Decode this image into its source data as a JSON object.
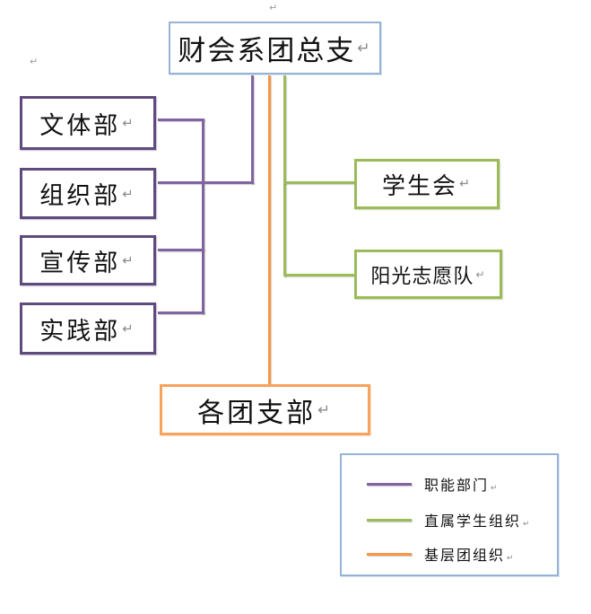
{
  "title_box": {
    "label": "财会系团总支"
  },
  "functional": {
    "items": [
      {
        "label": "文体部"
      },
      {
        "label": "组织部"
      },
      {
        "label": "宣传部"
      },
      {
        "label": "实践部"
      }
    ]
  },
  "direct_orgs": {
    "items": [
      {
        "label": "学生会"
      },
      {
        "label": "阳光志愿队"
      }
    ]
  },
  "grassroots": {
    "label": "各团支部"
  },
  "legend": {
    "items": [
      {
        "label": "职能部门",
        "color": "#8064A2"
      },
      {
        "label": "直属学生组织",
        "color": "#9BBB59"
      },
      {
        "label": "基层团组织",
        "color": "#F79646"
      }
    ]
  },
  "marks": {
    "return_mark": "↵"
  },
  "colors": {
    "functional_line": "#8064A2",
    "functional_border": "#5F4A7D",
    "direct_line": "#9BBB59",
    "grassroots_line": "#F79646",
    "frame_blue": "#95B3D7",
    "return_mark_gray": "#8a8a8a"
  }
}
